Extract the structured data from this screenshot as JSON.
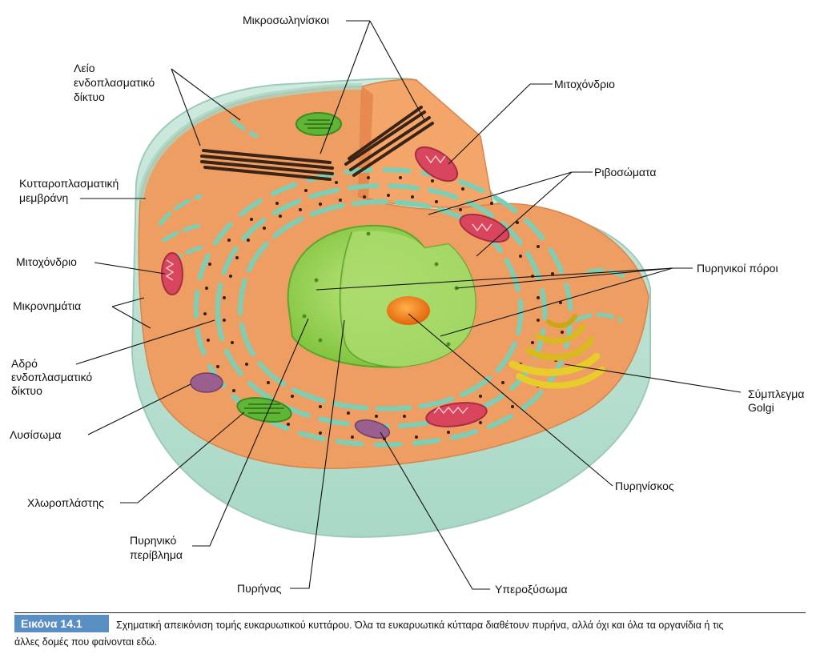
{
  "colors": {
    "cytoplasm": "#ee9e62",
    "cytoplasm_top": "#f2a46a",
    "cell_wall_glass": "#bfe3d4",
    "nucleus": "#8ccf3c",
    "nucleus_light": "#b6e17a",
    "nucleolus": "#f07a12",
    "er": "#7ccfb4",
    "mitochondria": "#d9455c",
    "chloroplast": "#5fb535",
    "golgi": "#e8cc2a",
    "lysosome": "#9a5f8e",
    "caption_tag": "#5a8fc4"
  },
  "labels": {
    "microtubules": "Μικροσωληνίσκοι",
    "smooth_er": [
      "Λείο",
      "ενδοπλασματικό",
      "δίκτυο"
    ],
    "mitochondrion_top": "Μιτοχόνδριο",
    "plasma_membrane": [
      "Κυτταροπλασματική",
      "μεμβράνη"
    ],
    "ribosomes": "Ριβοσώματα",
    "mitochondrion_left": "Μιτοχόνδριο",
    "nuclear_pores": "Πυρηνικοί πόροι",
    "microfilaments": "Μικρονημάτια",
    "rough_er": [
      "Αδρό",
      "ενδοπλασματικό",
      "δίκτυο"
    ],
    "golgi": [
      "Σύμπλεγμα",
      "Golgi"
    ],
    "lysosome": "Λυσίσωμα",
    "nucleolus": "Πυρηνίσκος",
    "chloroplast": "Χλωροπλάστης",
    "nuclear_envelope": [
      "Πυρηνικό",
      "περίβλημα"
    ],
    "nucleus": "Πυρήνας",
    "peroxisome": "Υπεροξύσωμα"
  },
  "caption": {
    "tag": "Εικόνα 14.1",
    "line1": "Σχηματική απεικόνιση τομής ευκαρυωτικού κυττάρου. Όλα τα ευκαρυωτικά κύτταρα διαθέτουν πυρήνα, αλλά όχι και όλα τα οργανίδια ή τις",
    "line2": "άλλες δομές που φαίνονται εδώ."
  }
}
